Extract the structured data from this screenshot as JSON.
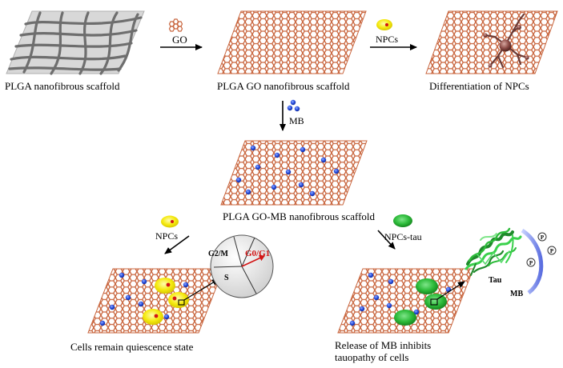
{
  "labels": {
    "plga_scaffold": "PLGA nanofibrous scaffold",
    "go_scaffold": "PLGA GO nanofibrous scaffold",
    "differentiation": "Differentiation of NPCs",
    "gomb_scaffold": "PLGA GO-MB nanofibrous scaffold",
    "quiescence": "Cells remain quiescence state",
    "release_line1": "Release of MB inhibits",
    "release_line2": "tauopathy of cells"
  },
  "arrows": {
    "go": "GO",
    "npcs_top": "NPCs",
    "mb": "MB",
    "npcs_left": "NPCs",
    "npcs_tau": "NPCs-tau"
  },
  "cell_cycle": {
    "g2m": "G2/M",
    "g0g1": "G0/G1",
    "s": "S"
  },
  "tau_panel": {
    "tau": "Tau",
    "mb": "MB",
    "phospho": [
      "P",
      "P",
      "P"
    ]
  },
  "colors": {
    "hex_mesh": "#c8643c",
    "scaffold_bg": "#d8d8d8",
    "fiber": "#6e6e6e",
    "mb_dot": "#2a4ee0",
    "npc_yellow": "#f5ea10",
    "npc_green": "#2dbb3a",
    "cycle_arrow": "#d21414"
  }
}
